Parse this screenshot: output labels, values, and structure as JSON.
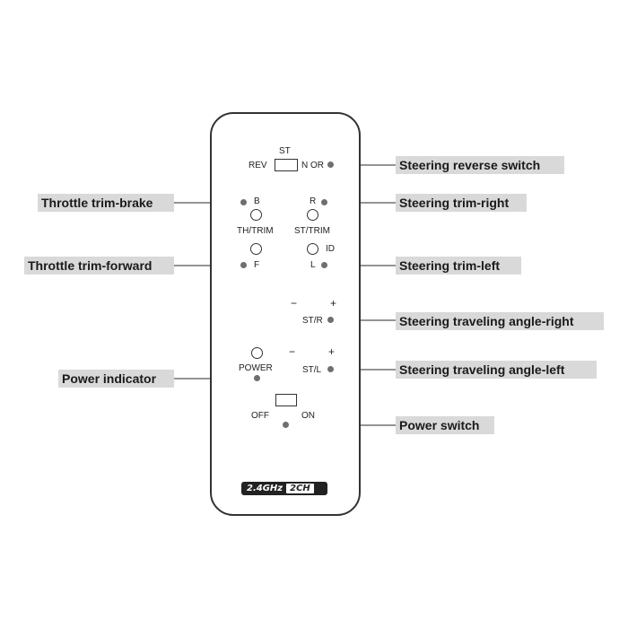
{
  "labels": {
    "st": "ST",
    "rev": "REV",
    "nor": "N OR",
    "b": "B",
    "th_trim": "TH/TRIM",
    "f": "F",
    "r": "R",
    "st_trim": "ST/TRIM",
    "id": "ID",
    "l": "L",
    "minus": "−",
    "plus": "+",
    "st_r": "ST/R",
    "st_l": "ST/L",
    "power": "POWER",
    "off": "OFF",
    "on": "ON"
  },
  "badge": {
    "left": "2.4GHz",
    "right": "2CH"
  },
  "callouts": {
    "steering_reverse_switch": "Steering reverse switch",
    "steering_trim_right": "Steering trim-right",
    "steering_trim_left": "Steering trim-left",
    "steering_angle_right": "Steering traveling angle-right",
    "steering_angle_left": "Steering traveling angle-left",
    "power_switch": "Power switch",
    "throttle_trim_brake": "Throttle trim-brake",
    "throttle_trim_forward": "Throttle trim-forward",
    "power_indicator": "Power indicator"
  }
}
